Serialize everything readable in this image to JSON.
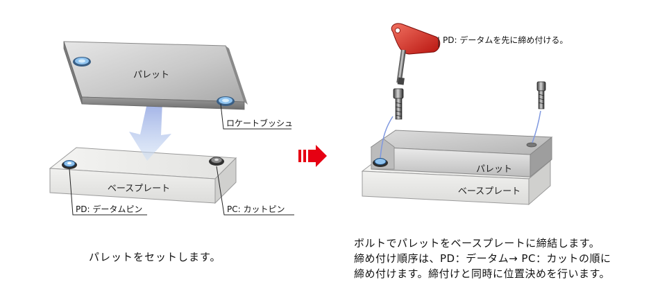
{
  "left_panel": {
    "pallet_label": "パレット",
    "base_plate_label": "ベースプレート",
    "locate_bush_label": "ロケートブッシュ",
    "pd_pin_label": "PD: データムピン",
    "pc_pin_label": "PC: カットピン",
    "caption": "パレットをセットします。"
  },
  "right_panel": {
    "wrench_note": "PD: データムを先に締め付ける。",
    "pallet_label": "パレット",
    "base_plate_label": "ベースプレート",
    "caption_lines": [
      "ボルトでパレットをベースプレートに締結します。",
      "締め付け順序は、PD：データム→ PC：カットの順に",
      "締め付けます。締付けと同時に位置決めを行います。"
    ]
  },
  "colors": {
    "arrow_red": "#e60012",
    "down_arrow_blue": "#7f98e0",
    "bush_blue": "#8fc3ef",
    "wrench_red": "#d9231d"
  }
}
